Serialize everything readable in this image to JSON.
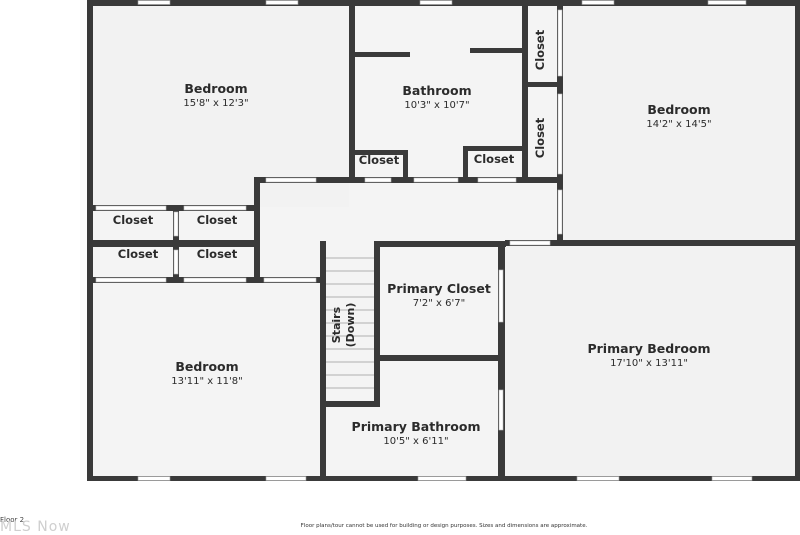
{
  "rooms": {
    "bedroom_nw": {
      "name": "Bedroom",
      "dims": "15'8\" x 12'3\""
    },
    "bathroom": {
      "name": "Bathroom",
      "dims": "10'3\" x 10'7\""
    },
    "bedroom_ne": {
      "name": "Bedroom",
      "dims": "14'2\" x 14'5\""
    },
    "bedroom_sw": {
      "name": "Bedroom",
      "dims": "13'11\" x 11'8\""
    },
    "primary_closet": {
      "name": "Primary Closet",
      "dims": "7'2\" x 6'7\""
    },
    "primary_bedroom": {
      "name": "Primary Bedroom",
      "dims": "17'10\" x 13'11\""
    },
    "primary_bathroom": {
      "name": "Primary Bathroom",
      "dims": "10'5\" x 6'11\""
    }
  },
  "closets": {
    "label": "Closet"
  },
  "stairs": {
    "line1": "Stairs",
    "line2": "(Down)"
  },
  "footer": {
    "floor": "Floor 2",
    "disclaimer": "Floor plans/tour cannot be used for building or design purposes. Sizes and dimensions are approximate.",
    "brand": "MLS Now"
  },
  "colors": {
    "wall": "#3a3a3a",
    "floor": "#f4f4f4",
    "background": "#ffffff"
  }
}
